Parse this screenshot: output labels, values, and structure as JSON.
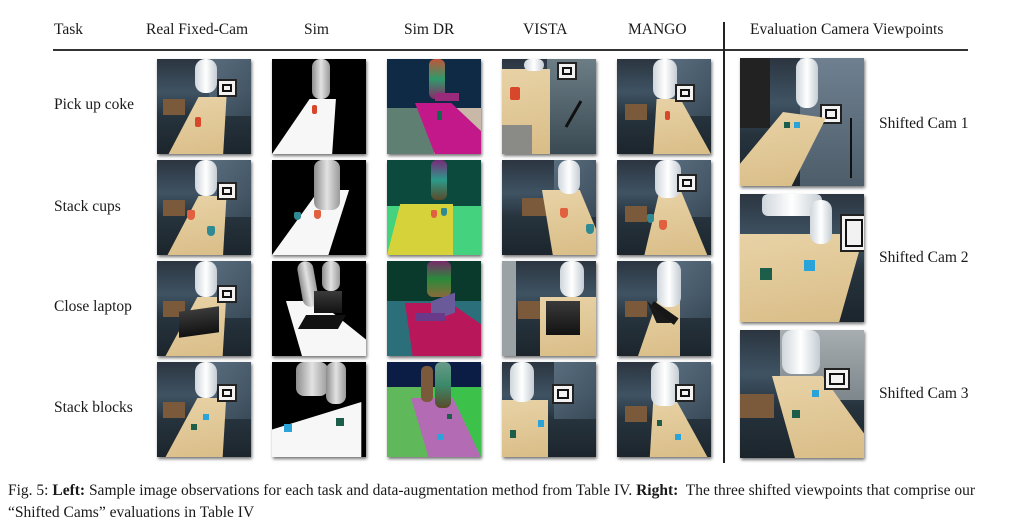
{
  "figure": {
    "header": {
      "task": "Task",
      "columns": [
        "Real Fixed-Cam",
        "Sim",
        "Sim DR",
        "VISTA",
        "MANGO"
      ],
      "right_title": "Evaluation Camera Viewpoints"
    },
    "tasks": [
      "Pick up coke",
      "Stack cups",
      "Close laptop",
      "Stack blocks"
    ],
    "shifted_cams": [
      "Shifted Cam 1",
      "Shifted Cam 2",
      "Shifted Cam 3"
    ],
    "caption": {
      "fig_label": "Fig. 5:",
      "left_bold": "Left:",
      "left_text": " Sample image observations for each task and data-augmentation method from Table IV. ",
      "right_bold": "Right:",
      "right_text": "  The three shifted viewpoints that comprise our “Shifted Cams” evaluations in Table IV"
    },
    "sim_dr_palettes": [
      {
        "bg": "#0f2a45",
        "floor_l": "#5f7f72",
        "floor_r": "#c9b7a8",
        "table": "#c2188a"
      },
      {
        "bg": "#0c4a3e",
        "floor_l": "#45d27f",
        "floor_r": "#45d27f",
        "table": "#d6d23a"
      },
      {
        "bg": "#0a3a2c",
        "floor_l": "#2a6f7a",
        "floor_r": "#2a6f7a",
        "table": "#b8185a"
      },
      {
        "bg": "#0b1c45",
        "floor_l": "#5fb85a",
        "floor_r": "#3cc24a",
        "table": "#b36bb3"
      }
    ]
  }
}
